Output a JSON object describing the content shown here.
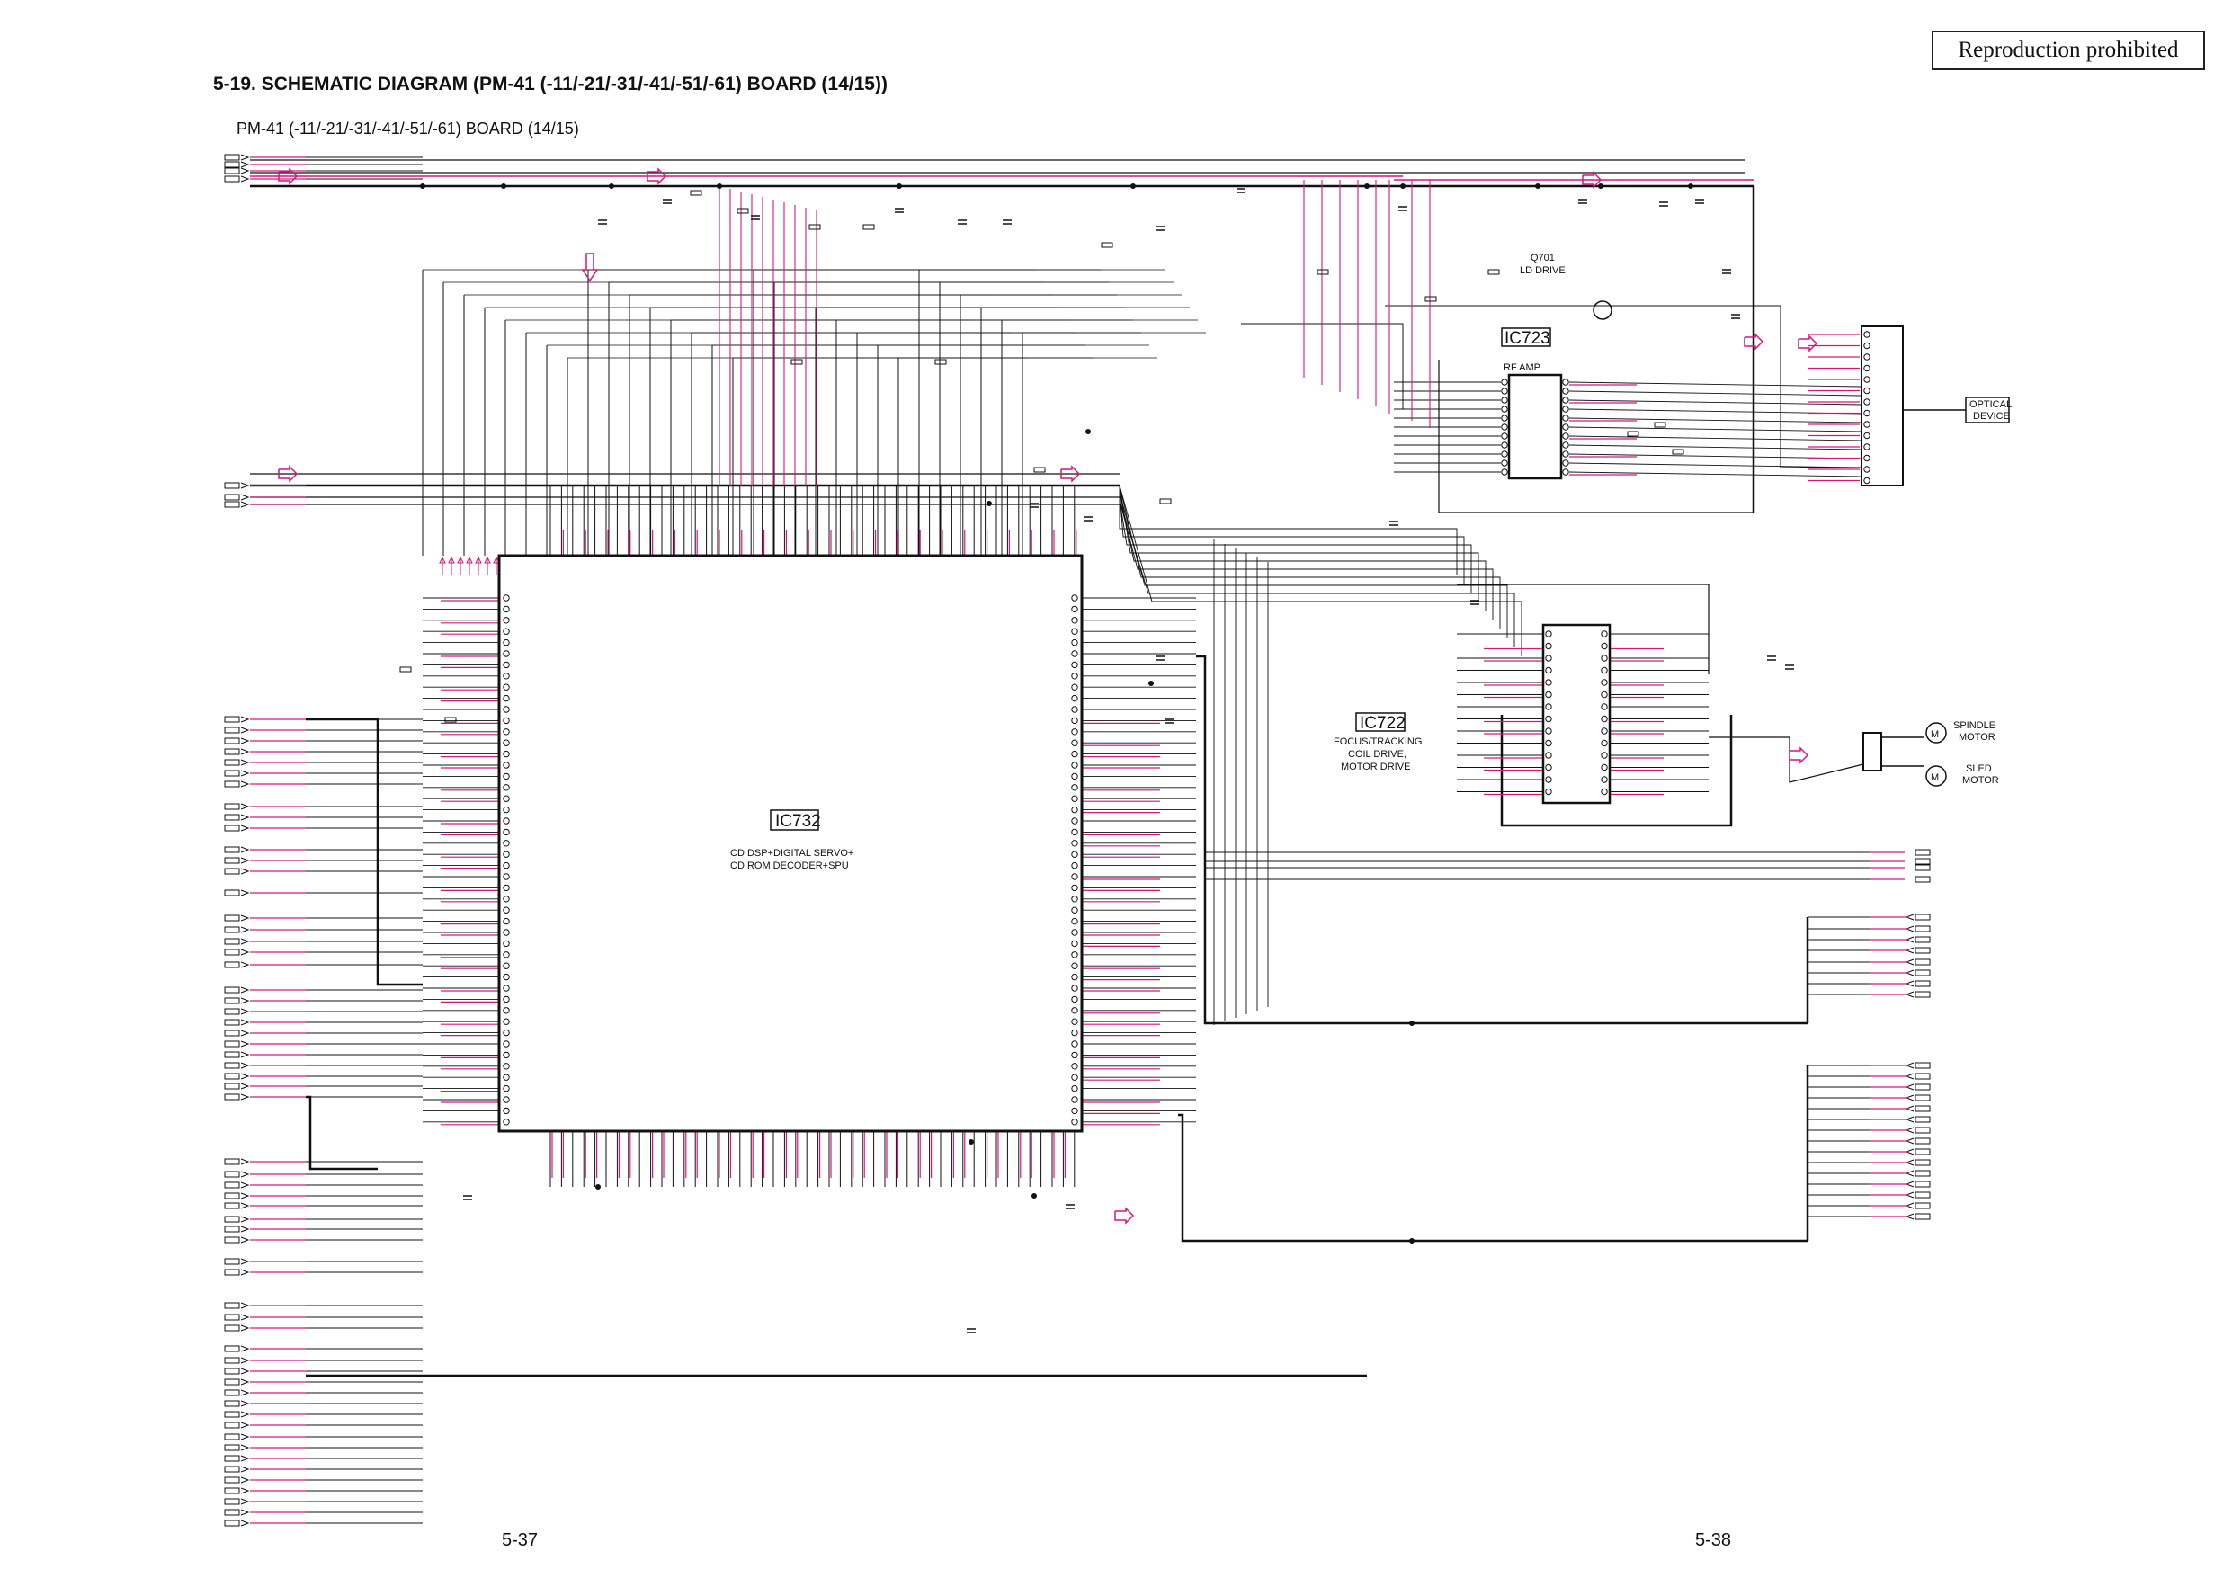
{
  "stamp": "Reproduction prohibited",
  "title": "5-19. SCHEMATIC DIAGRAM (PM-41 (-11/-21/-31/-41/-51/-61) BOARD (14/15))",
  "subtitle": "PM-41 (-11/-21/-31/-41/-51/-61) BOARD (14/15)",
  "page_left": "5-37",
  "page_right": "5-38",
  "ic732": {
    "ref": "IC732",
    "desc1": "CD DSP+DIGITAL SERVO+",
    "desc2": "CD ROM DECODER+SPU"
  },
  "ic723": {
    "ref": "IC723",
    "desc": "RF AMP"
  },
  "ic722": {
    "ref": "IC722",
    "desc1": "FOCUS/TRACKING",
    "desc2": "COIL DRIVE,",
    "desc3": "MOTOR DRIVE"
  },
  "q701": {
    "ref": "Q701",
    "desc": "LD DRIVE"
  },
  "optical": {
    "line1": "OPTICAL",
    "line2": "DEVICE"
  },
  "spindle": {
    "symbol": "M",
    "line1": "SPINDLE",
    "line2": "MOTOR"
  },
  "sled": {
    "symbol": "M",
    "line1": "SLED",
    "line2": "MOTOR"
  },
  "colors": {
    "signal": "#d4177f",
    "wire": "#111111",
    "background": "#ffffff"
  }
}
